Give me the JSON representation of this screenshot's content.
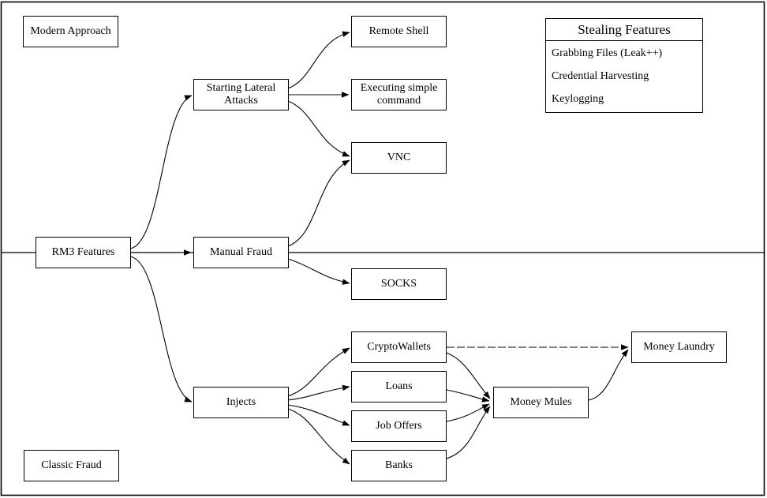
{
  "colors": {
    "line": "#000000",
    "background": "#ffffff",
    "text": "#000000"
  },
  "sections": {
    "top_label": "Modern Approach",
    "bottom_label": "Classic Fraud"
  },
  "nodes": {
    "rm3_features": "RM3 Features",
    "starting_lateral_attacks": "Starting Lateral Attacks",
    "manual_fraud": "Manual Fraud",
    "injects": "Injects",
    "remote_shell": "Remote Shell",
    "executing_simple_command": "Executing simple command",
    "vnc": "VNC",
    "socks": "SOCKS",
    "cryptowallets": "CryptoWallets",
    "loans": "Loans",
    "job_offers": "Job Offers",
    "banks": "Banks",
    "money_mules": "Money Mules",
    "money_laundry": "Money Laundry"
  },
  "stealing_features": {
    "title": "Stealing Features",
    "items": [
      "Grabbing Files (Leak++)",
      "Credential Harvesting",
      "Keylogging"
    ]
  }
}
